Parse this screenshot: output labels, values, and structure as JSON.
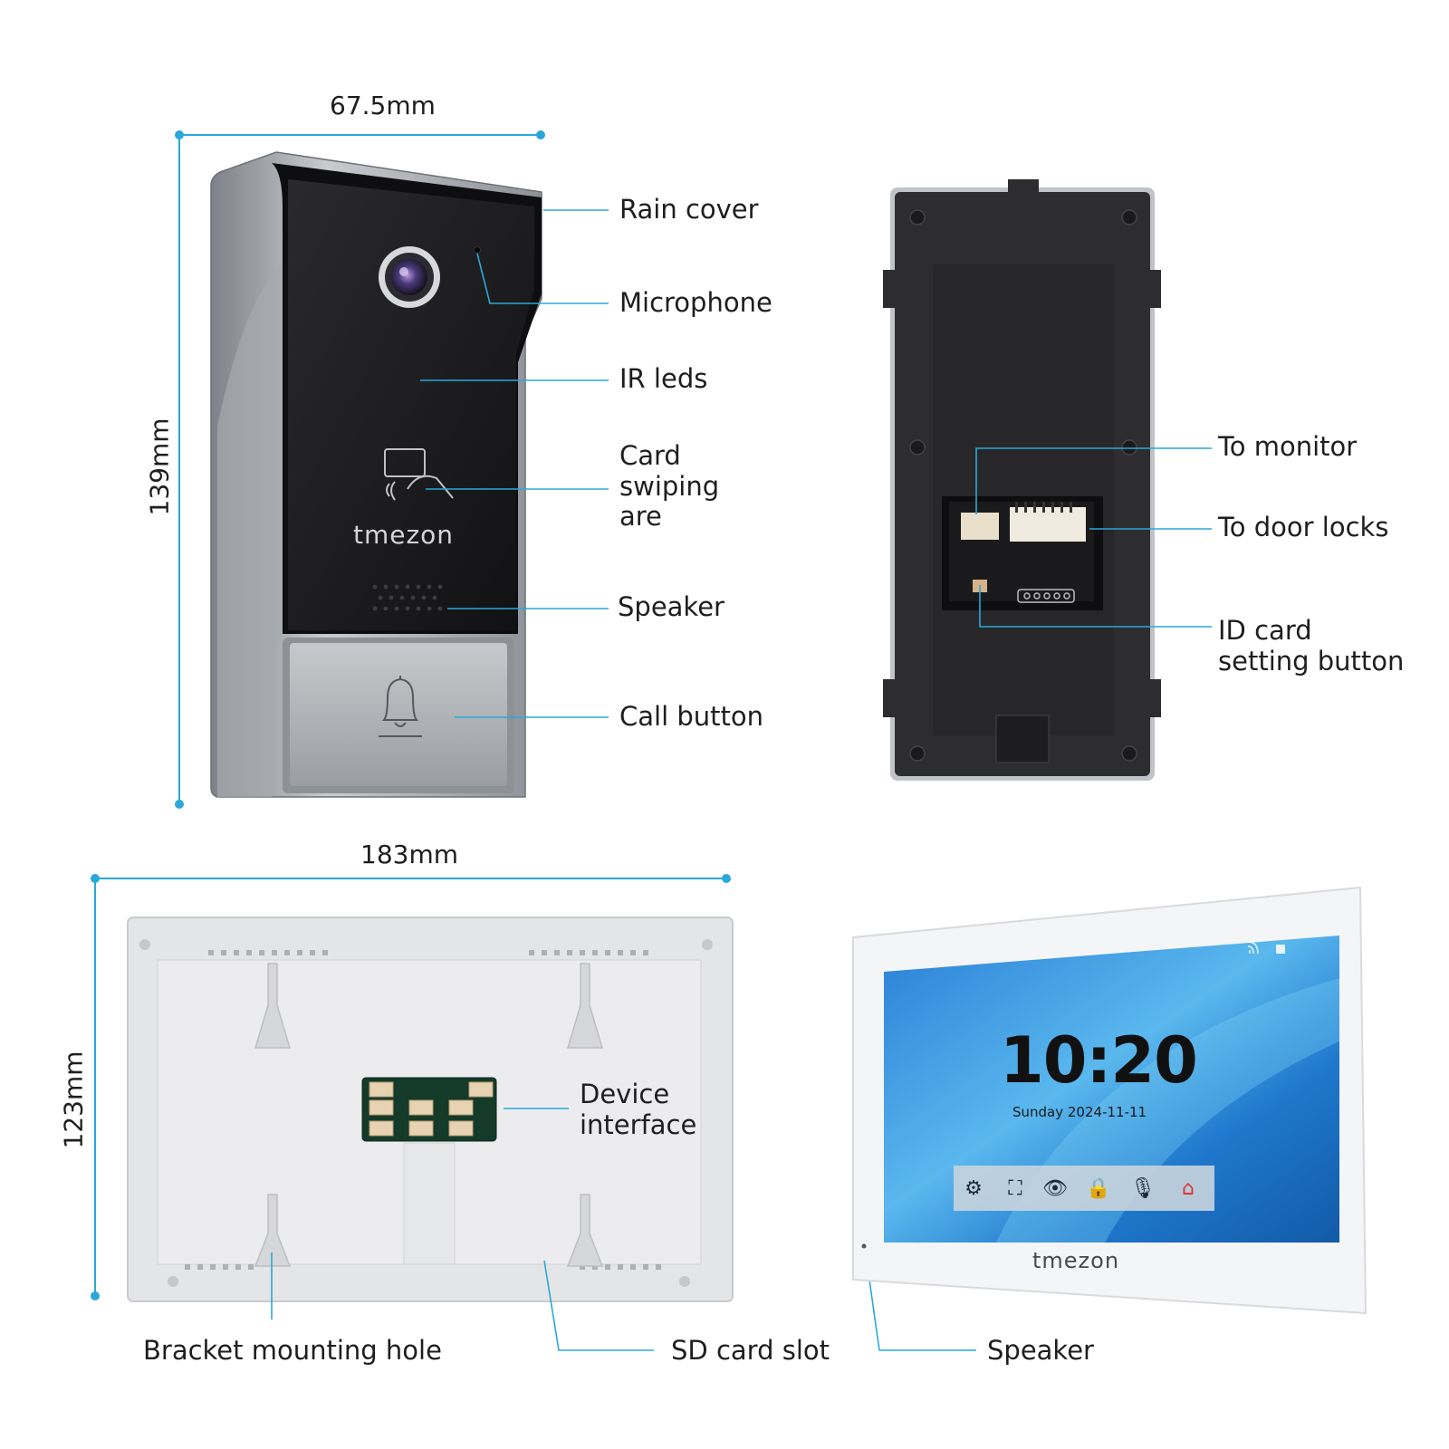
{
  "dimensions": {
    "door_station_width": "67.5mm",
    "door_station_height": "139mm",
    "monitor_width": "183mm",
    "monitor_height": "123mm"
  },
  "door_station_front": {
    "brand": "tmezon",
    "callouts": {
      "rain_cover": "Rain cover",
      "microphone": "Microphone",
      "ir_leds": "IR leds",
      "card_swiping_1": "Card",
      "card_swiping_2": "swiping",
      "card_swiping_3": "are",
      "speaker": "Speaker",
      "call_button": "Call button"
    }
  },
  "door_station_back": {
    "callouts": {
      "to_monitor": "To monitor",
      "to_door_locks": "To door locks",
      "id_card_1": "ID card",
      "id_card_2": "setting button"
    }
  },
  "monitor_back": {
    "callouts": {
      "device_interface_1": "Device",
      "device_interface_2": "interface",
      "bracket_mounting_hole": "Bracket mounting hole",
      "sd_card_slot": "SD card slot"
    }
  },
  "monitor_front": {
    "brand": "tmezon",
    "screen": {
      "time": "10:20",
      "date": "Sunday 2024-11-11",
      "icons": [
        "gear-icon",
        "screen-record-icon",
        "eye-icon",
        "lock-icon",
        "microphone-icon",
        "home-icon"
      ]
    },
    "callouts": {
      "speaker": "Speaker"
    }
  },
  "colors": {
    "callout_line": "#2aa8d8",
    "panel_black": "#1c1c1e",
    "frame_silver": "#9ea1a6",
    "screen_blue": "#1e6fc8",
    "home_icon_red": "#e0302a"
  }
}
